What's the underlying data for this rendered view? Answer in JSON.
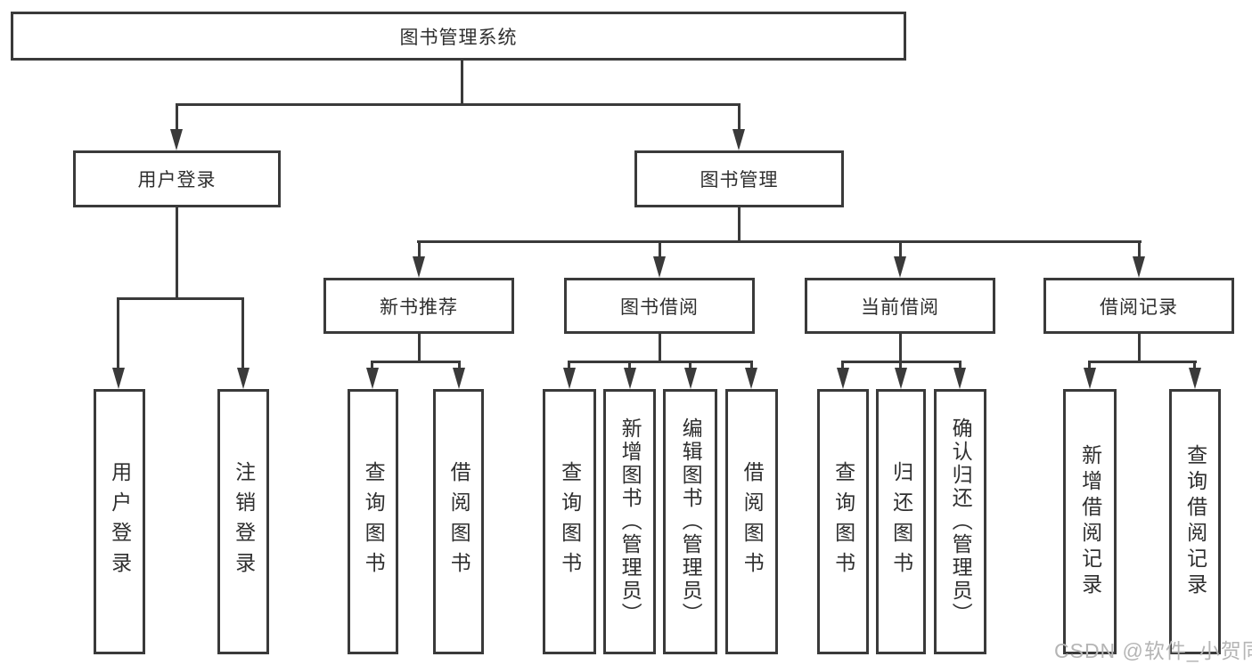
{
  "tree": {
    "root": {
      "label": "图书管理系统"
    },
    "branches": [
      {
        "label": "用户登录",
        "children": [
          {
            "label": "用户登录"
          },
          {
            "label": "注销登录"
          }
        ]
      },
      {
        "label": "图书管理",
        "children": [
          {
            "label": "新书推荐",
            "children": [
              {
                "label": "查询图书"
              },
              {
                "label": "借阅图书"
              }
            ]
          },
          {
            "label": "图书借阅",
            "children": [
              {
                "label": "查询图书"
              },
              {
                "label": "新增图书（管理员）"
              },
              {
                "label": "编辑图书（管理员）"
              },
              {
                "label": "借阅图书"
              }
            ]
          },
          {
            "label": "当前借阅",
            "children": [
              {
                "label": "查询图书"
              },
              {
                "label": "归还图书"
              },
              {
                "label": "确认归还（管理员）"
              }
            ]
          },
          {
            "label": "借阅记录",
            "children": [
              {
                "label": "新增借阅记录"
              },
              {
                "label": "查询借阅记录"
              }
            ]
          }
        ]
      }
    ]
  },
  "watermark": "CSDN @软件_小贺同学",
  "colors": {
    "line": "#3a3a3a",
    "text": "#2f2f2f",
    "background": "#ffffff",
    "watermark": "#b5b5b5"
  }
}
